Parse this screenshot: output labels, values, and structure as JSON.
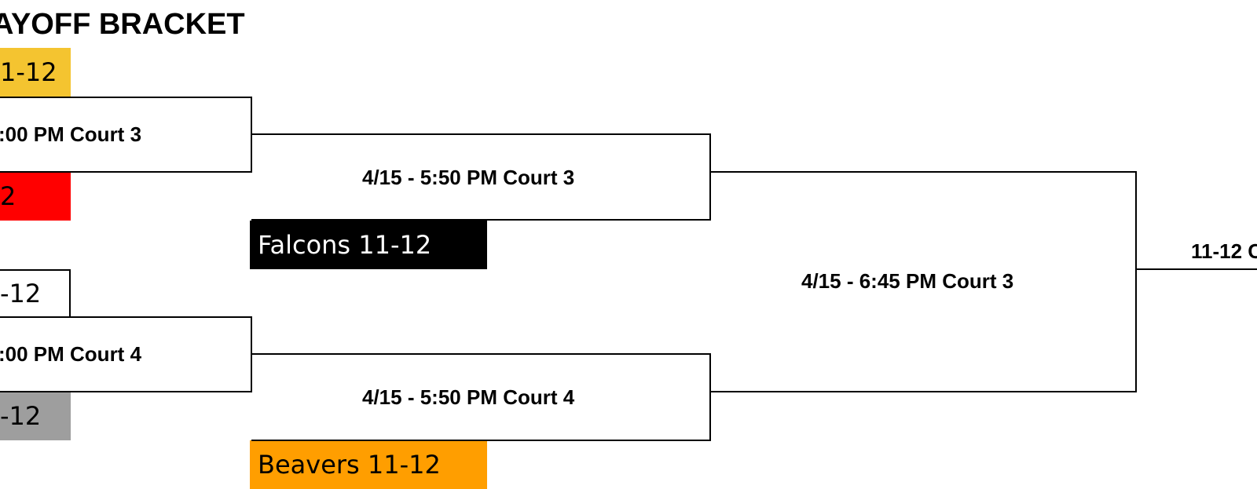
{
  "bracket": {
    "title": "AYOFF BRACKET",
    "colors": {
      "yellow": "#f4c430",
      "red": "#ff0000",
      "gray": "#9e9e9e",
      "black": "#000000",
      "orange": "#ff9e00",
      "white": "#ffffff"
    },
    "round1": {
      "top_team_a": "1-12",
      "game_1": ":00 PM Court 3",
      "top_team_b": "2",
      "bottom_team_a": "-12",
      "game_2": ":00 PM Court 4",
      "bottom_team_b": "-12"
    },
    "round2": {
      "game_top": "4/15 - 5:50 PM Court 3",
      "team_top": "Falcons 11-12",
      "game_bottom": "4/15 - 5:50 PM Court 4",
      "team_bottom": "Beavers 11-12"
    },
    "semifinal": {
      "game": "4/15 - 6:45 PM Court 3"
    },
    "final": {
      "label": "11-12 C"
    }
  }
}
